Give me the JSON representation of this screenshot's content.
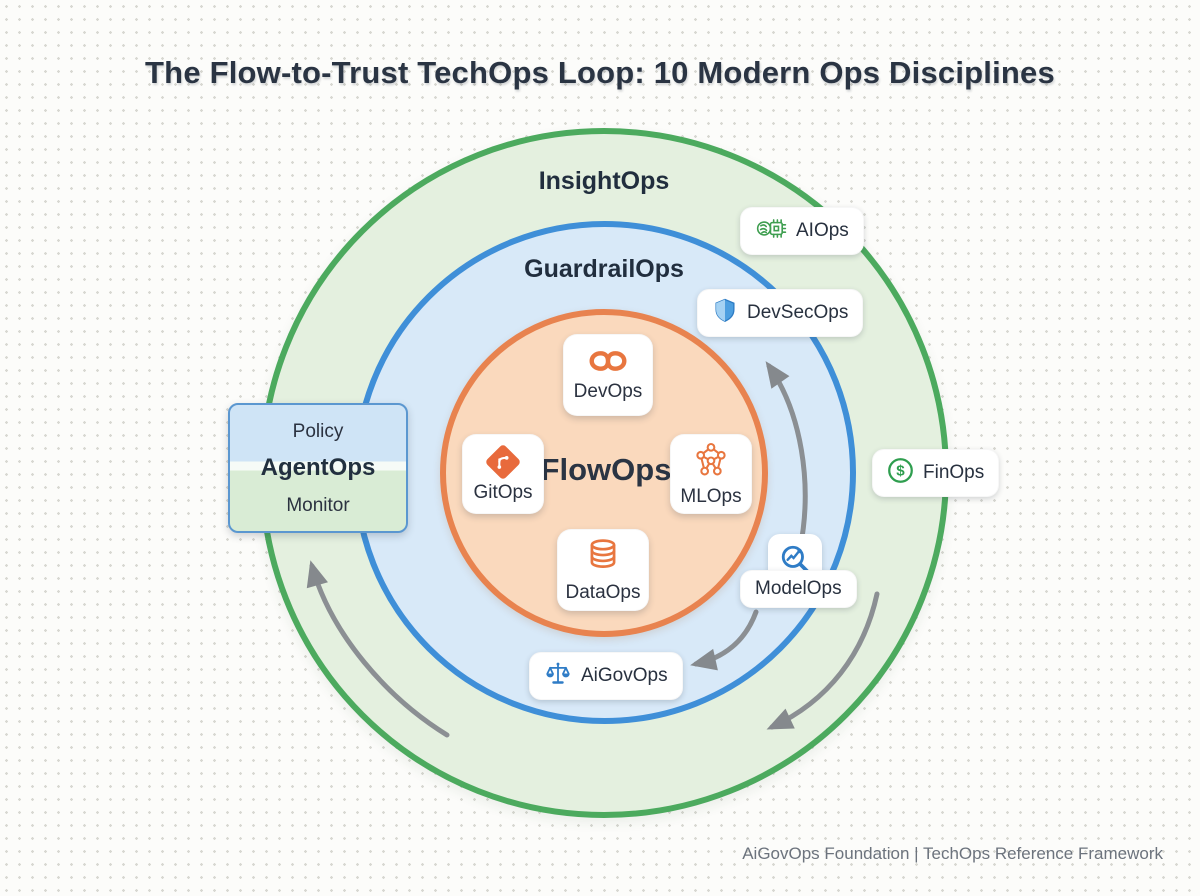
{
  "title": "The Flow-to-Trust TechOps Loop: 10 Modern Ops Disciplines",
  "footer": "AiGovOps Foundation | TechOps Reference Framework",
  "rings": {
    "outer": {
      "label": "InsightOps",
      "border_color": "#4caa5e",
      "fill_color": "#e4f0df"
    },
    "middle": {
      "label": "GuardrailOps",
      "border_color": "#3f8fd8",
      "fill_color": "#d8e9f8"
    },
    "inner": {
      "label": "FlowOps",
      "border_color": "#e8834f",
      "fill_color": "#fad9bd"
    }
  },
  "inner_cards": [
    {
      "label": "DevOps",
      "icon": "infinity-icon",
      "icon_color": "#e8763f"
    },
    {
      "label": "GitOps",
      "icon": "git-branch-icon",
      "icon_color": "#e86a3c"
    },
    {
      "label": "MLOps",
      "icon": "neural-network-icon",
      "icon_color": "#e8763f"
    },
    {
      "label": "DataOps",
      "icon": "database-icon",
      "icon_color": "#e8763f"
    }
  ],
  "badges": [
    {
      "label": "AIOps",
      "icon": "ai-chip-brain-icon",
      "icon_color": "#3f9e50"
    },
    {
      "label": "DevSecOps",
      "icon": "shield-icon",
      "icon_color": "#3b8ad4"
    },
    {
      "label": "FinOps",
      "icon": "dollar-circle-icon",
      "icon_color": "#2f9e4f"
    },
    {
      "label": "ModelOps",
      "icon": "model-analytics-icon",
      "icon_color": "#2f7cc6"
    },
    {
      "label": "AiGovOps",
      "icon": "scales-icon",
      "icon_color": "#2f7cc6"
    }
  ],
  "agent_box": {
    "top_label": "Policy",
    "label": "AgentOps",
    "bottom_label": "Monitor"
  },
  "arrow_color": "#8b8f93",
  "title_color": "#2a3443",
  "footer_color": "#6c737d"
}
